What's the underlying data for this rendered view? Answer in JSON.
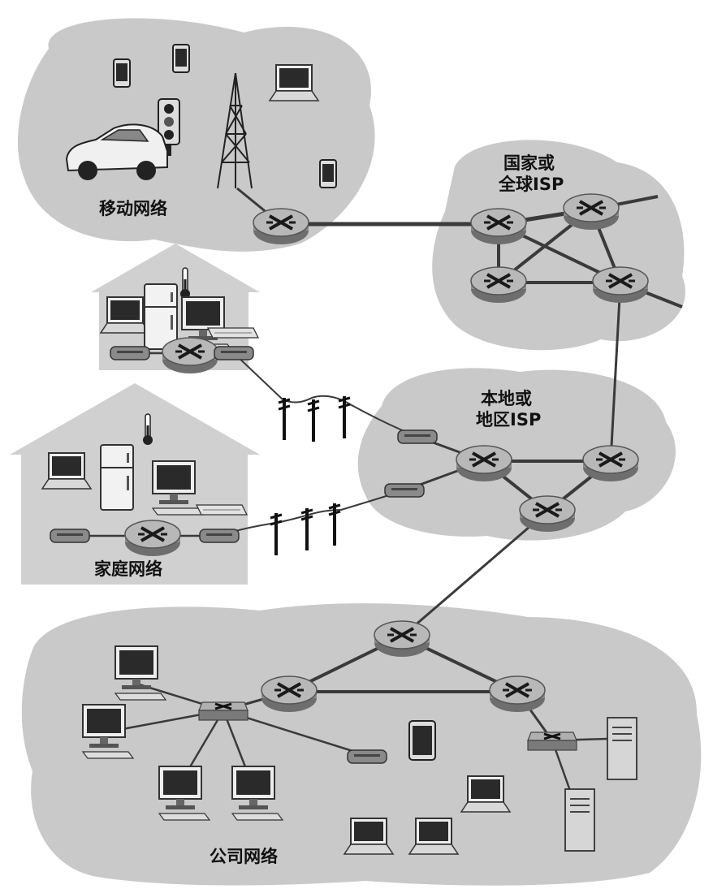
{
  "labels": {
    "mobile": "移动网络",
    "global_isp_1": "国家或",
    "global_isp_2": "全球ISP",
    "regional_isp_1": "本地或",
    "regional_isp_2": "地区ISP",
    "home": "家庭网络",
    "enterprise": "公司网络"
  },
  "colors": {
    "cloud": "#c9c9c9",
    "house": "#cfcfcf",
    "line": "#3a3a3a",
    "router": "#9a9a9a",
    "device": "#2a2a2a"
  }
}
